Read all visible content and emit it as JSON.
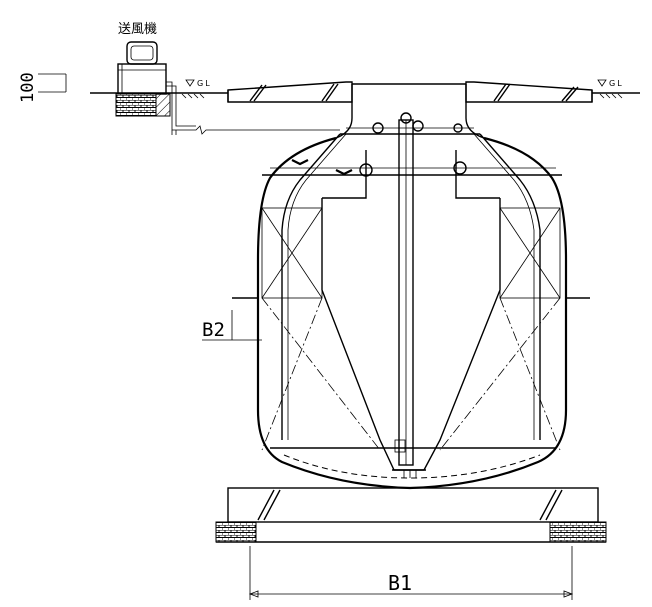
{
  "labels": {
    "blower": "送風機",
    "height_dim": "100",
    "gl_left": "GL",
    "gl_right": "GL",
    "b1": "B1",
    "b2": "B2"
  }
}
